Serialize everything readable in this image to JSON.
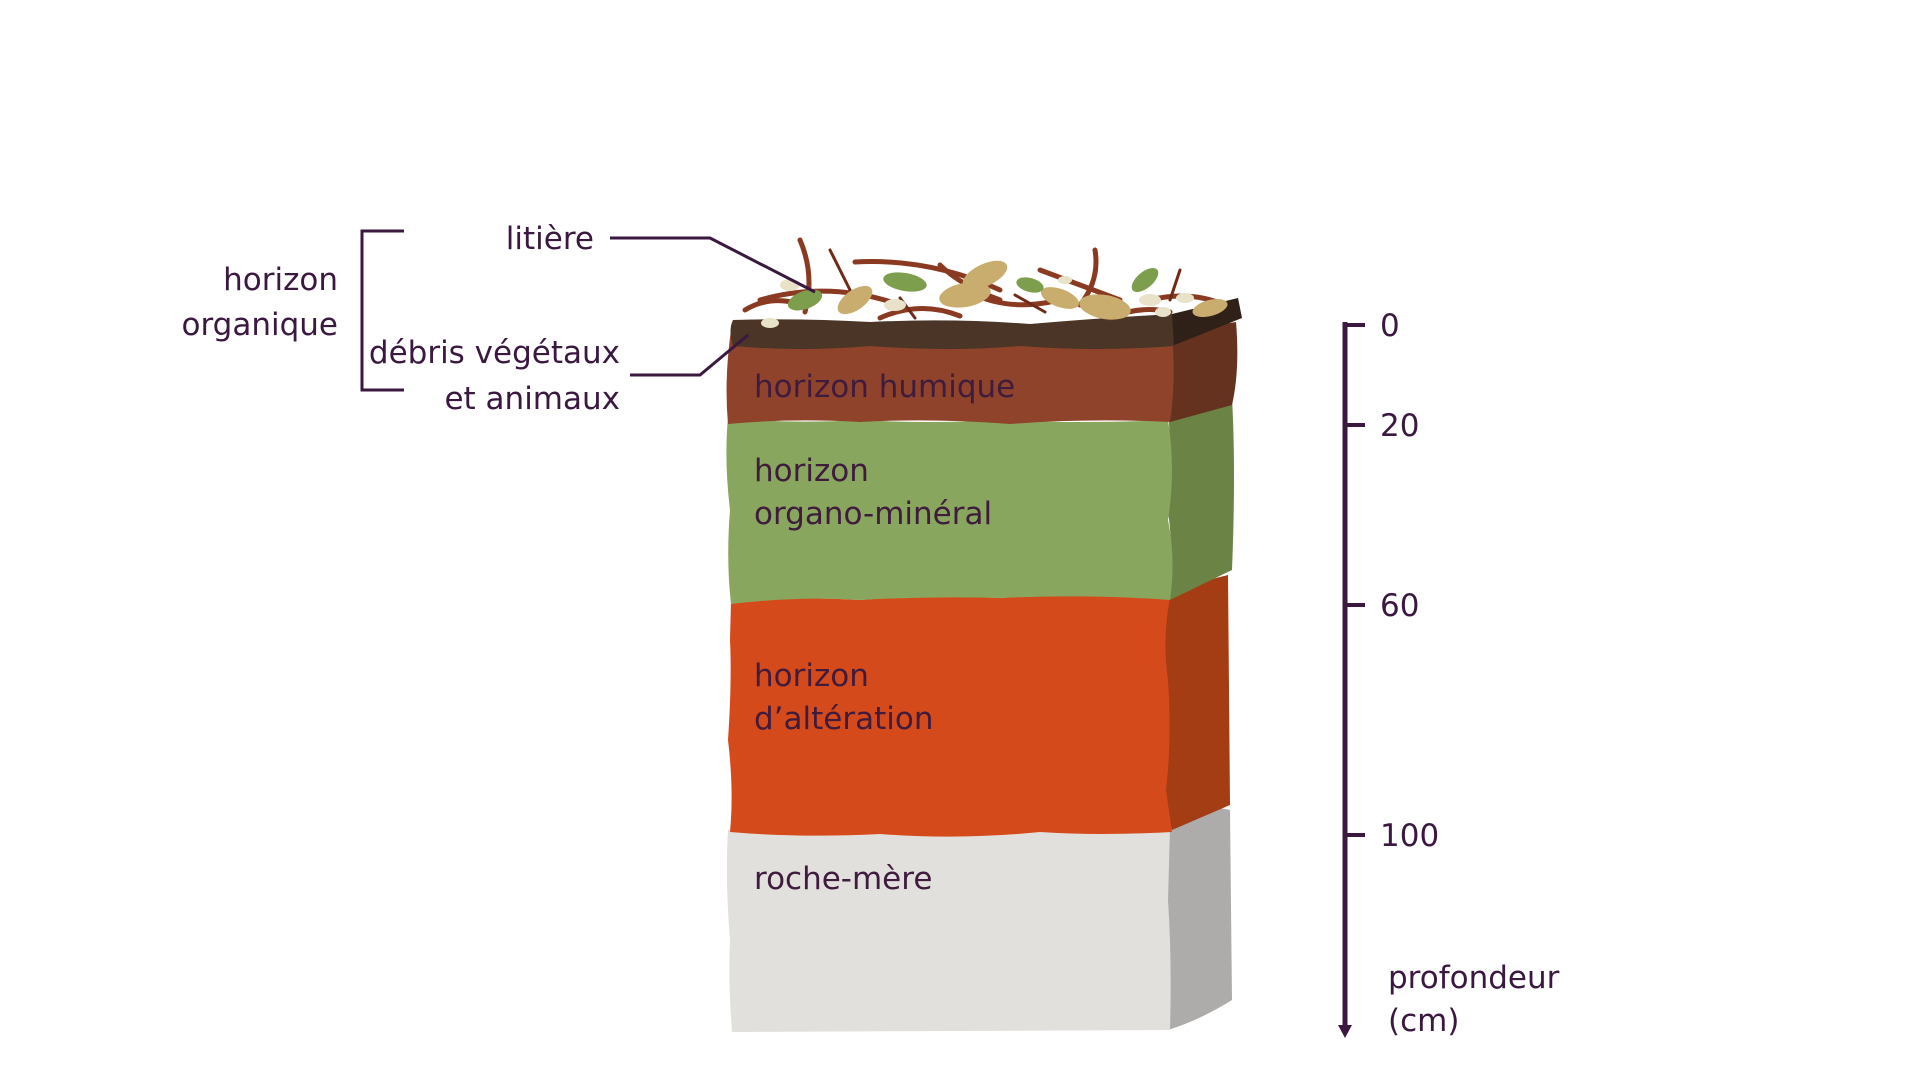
{
  "labels": {
    "litiere": "litière",
    "debris_line1": "débris végétaux",
    "debris_line2": "et animaux",
    "organic_line1": "horizon",
    "organic_line2": "organique",
    "humique": "horizon humique",
    "organo_line1": "horizon",
    "organo_line2": "organo-minéral",
    "alteration_line1": "horizon",
    "alteration_line2": "d’altération",
    "roche": "roche-mère"
  },
  "depth_axis": {
    "ticks": [
      "0",
      "20",
      "60",
      "100"
    ],
    "title_line1": "profondeur",
    "title_line2": "(cm)"
  },
  "colors": {
    "text": "#3a1840",
    "humique": "#8f432b",
    "organo_mineral": "#88a65d",
    "alteration": "#d54a1a",
    "roche_mere": "#e2e0dd",
    "litiere_soil": "#4a3526"
  }
}
